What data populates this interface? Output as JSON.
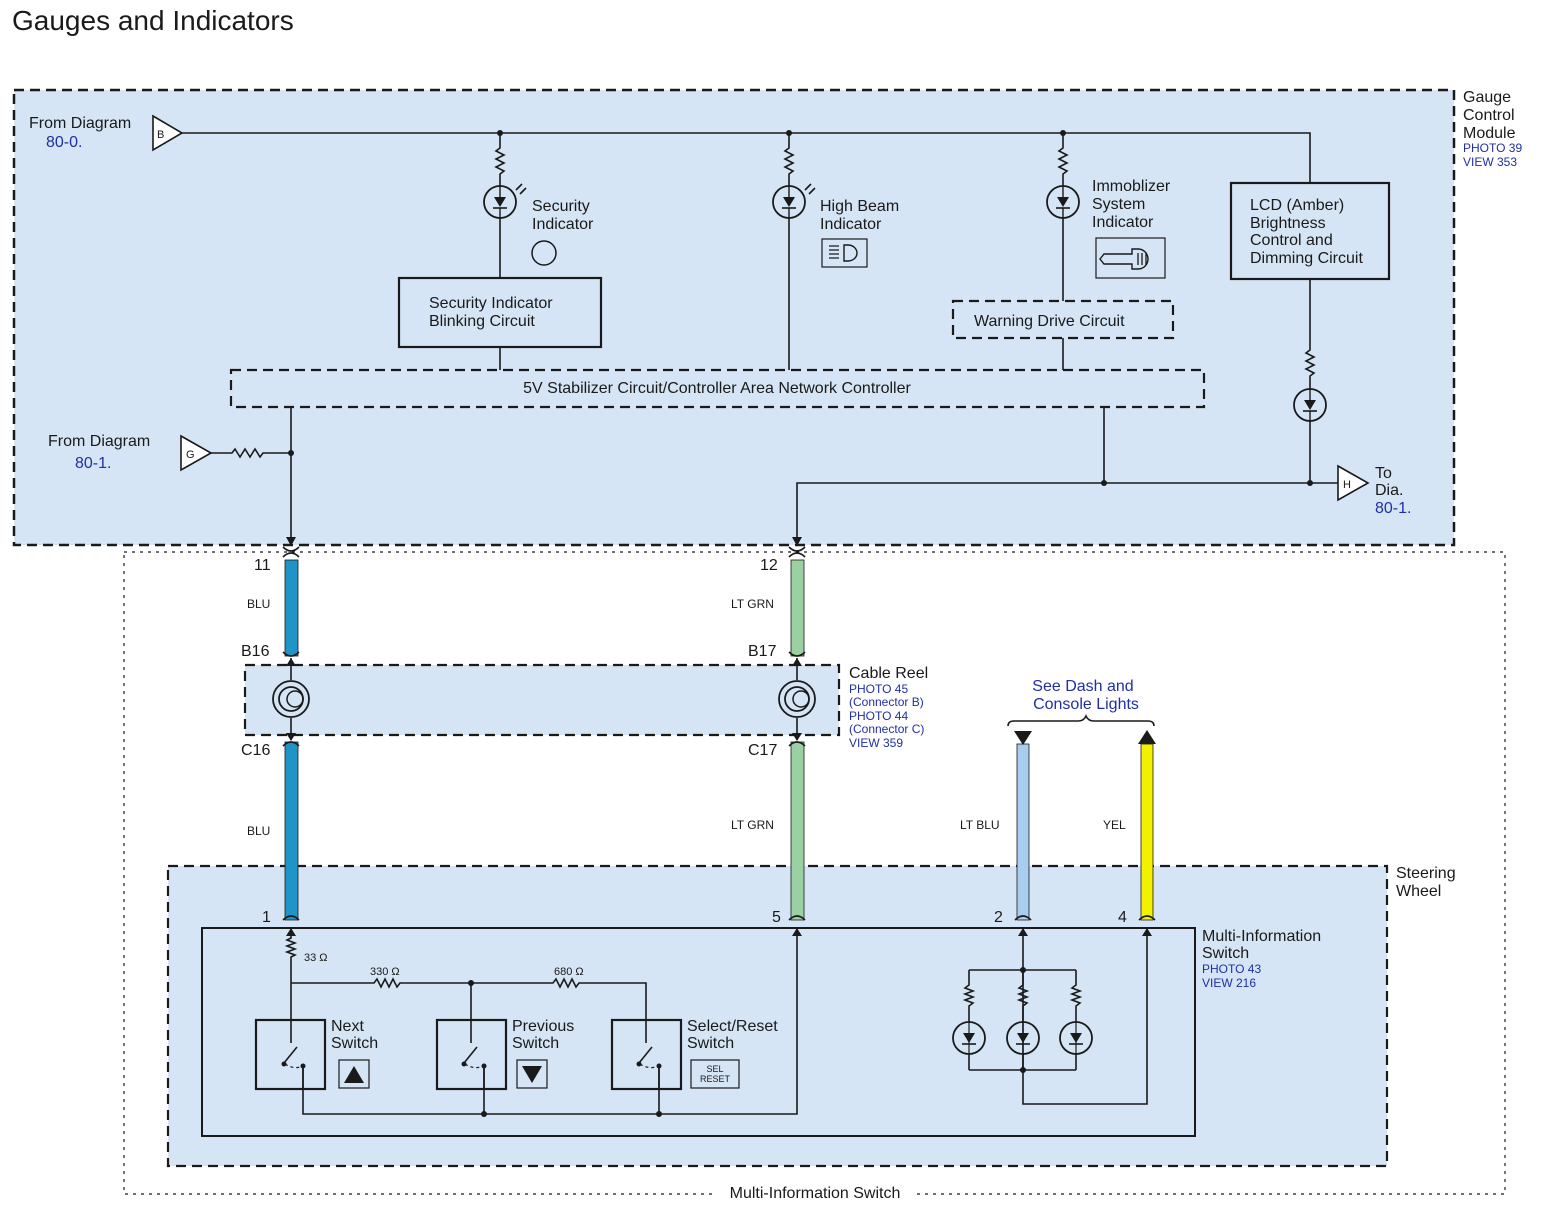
{
  "title": "Gauges and Indicators",
  "colors": {
    "module_fill": "#d5e5f5",
    "wire_blu": "#1f95c7",
    "wire_lt_grn": "#9bd0a2",
    "wire_lt_blu": "#a8cdee",
    "wire_yel": "#f3f000",
    "ref_text": "#1f2fa8"
  },
  "gauge_module": {
    "name_lines": [
      "Gauge",
      "Control",
      "Module"
    ],
    "ref_lines": [
      "PHOTO 39",
      "VIEW 353"
    ]
  },
  "from_b": {
    "label": "From Diagram",
    "ref": "80-0.",
    "letter": "B"
  },
  "from_g": {
    "label": "From Diagram",
    "ref": "80-1.",
    "letter": "G"
  },
  "to_h": {
    "label_lines": [
      "To",
      "Dia."
    ],
    "ref": "80-1.",
    "letter": "H"
  },
  "indicators": {
    "security": [
      "Security",
      "Indicator"
    ],
    "high_beam": [
      "High Beam",
      "Indicator"
    ],
    "immobilizer": [
      "Immoblizer",
      "System",
      "Indicator"
    ]
  },
  "blocks": {
    "security_blink": [
      "Security Indicator",
      "Blinking Circuit"
    ],
    "warning_drive": "Warning Drive Circuit",
    "lcd": [
      "LCD (Amber)",
      "Brightness",
      "Control and",
      "Dimming Circuit"
    ],
    "stabilizer": "5V Stabilizer Circuit/Controller Area Network Controller"
  },
  "pins": {
    "p11": "11",
    "p12": "12",
    "b16": "B16",
    "b17": "B17",
    "c16": "C16",
    "c17": "C17",
    "p1": "1",
    "p5": "5",
    "p2": "2",
    "p4": "4"
  },
  "wire_colors": {
    "w1_top": "BLU",
    "w2_top": "LT GRN",
    "w1_bot": "BLU",
    "w2_bot": "LT GRN",
    "w3": "LT BLU",
    "w4": "YEL"
  },
  "cable_reel": {
    "name": "Cable Reel",
    "refs": [
      "PHOTO 45",
      "(Connector B)",
      "PHOTO 44",
      "(Connector C)",
      "VIEW 359"
    ]
  },
  "dash_lights": [
    "See Dash and",
    "Console Lights"
  ],
  "steering_wheel": [
    "Steering",
    "Wheel"
  ],
  "mis": {
    "name_lines": [
      "Multi-Information",
      "Switch"
    ],
    "ref_lines": [
      "PHOTO 43",
      "VIEW 216"
    ],
    "r33": "33 Ω",
    "r330": "330 Ω",
    "r680": "680 Ω",
    "next": [
      "Next",
      "Switch"
    ],
    "previous": [
      "Previous",
      "Switch"
    ],
    "select": [
      "Select/Reset",
      "Switch"
    ],
    "sel_icon": [
      "SEL",
      "RESET"
    ]
  },
  "footer": "Multi-Information Switch"
}
